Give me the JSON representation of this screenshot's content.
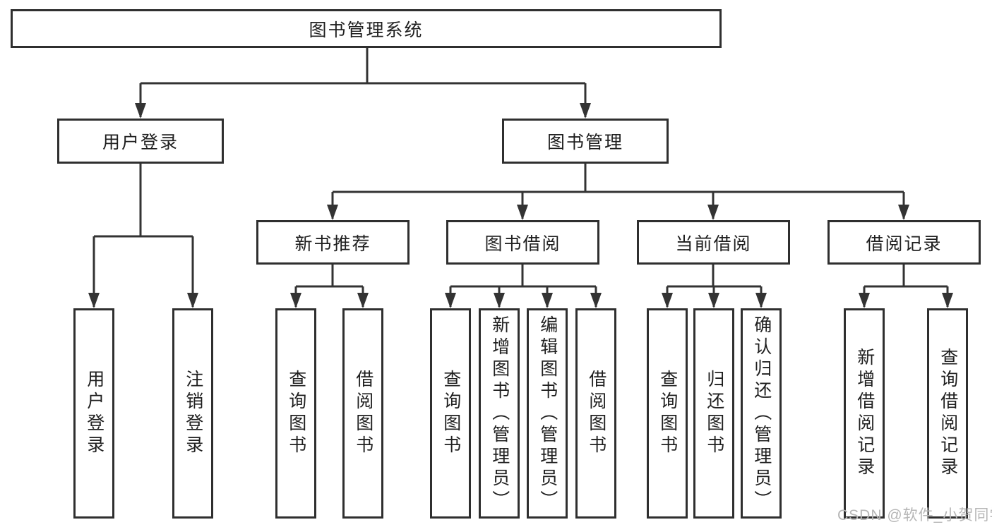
{
  "colors": {
    "line": "#333333",
    "box_border": "#2f2f2f",
    "text": "#1f1f1f",
    "watermark": "#b6b6b6",
    "background": "#ffffff"
  },
  "root": {
    "label": "图书管理系统",
    "children": [
      {
        "label": "用户登录",
        "children": [
          {
            "label": "用户登录"
          },
          {
            "label": "注销登录"
          }
        ]
      },
      {
        "label": "图书管理",
        "children": [
          {
            "label": "新书推荐",
            "children": [
              {
                "label": "查询图书"
              },
              {
                "label": "借阅图书"
              }
            ]
          },
          {
            "label": "图书借阅",
            "children": [
              {
                "label": "查询图书"
              },
              {
                "label": "新增图书（管理员）"
              },
              {
                "label": "编辑图书（管理员）"
              },
              {
                "label": "借阅图书"
              }
            ]
          },
          {
            "label": "当前借阅",
            "children": [
              {
                "label": "查询图书"
              },
              {
                "label": "归还图书"
              },
              {
                "label": "确认归还（管理员）"
              }
            ]
          },
          {
            "label": "借阅记录",
            "children": [
              {
                "label": "新增借阅记录"
              },
              {
                "label": "查询借阅记录"
              }
            ]
          }
        ]
      }
    ]
  },
  "watermark": {
    "text": "CSDN @软件_小贺同学"
  }
}
